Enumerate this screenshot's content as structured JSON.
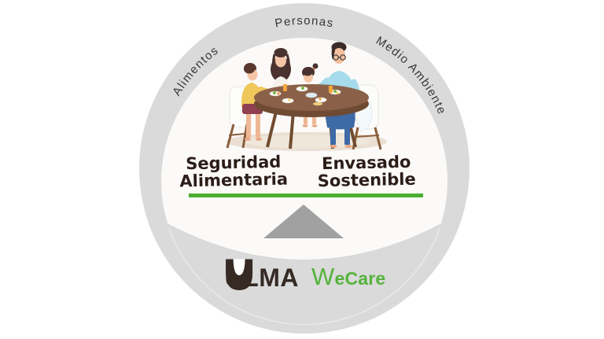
{
  "diagram": {
    "ring_labels": {
      "left": "Alimentos",
      "top": "Personas",
      "right": "Medio Ambiente"
    },
    "balance": {
      "left_label_line1": "Seguridad",
      "left_label_line2": "Alimentaria",
      "right_label_line1": "Envasado",
      "right_label_line2": "Sostenible"
    },
    "logos": {
      "ulma": "ULMA",
      "wecare": "WeCare"
    },
    "icons": {
      "ulma_mark": "ulma-u-logo",
      "illustration": "family-dinner-table-illustration",
      "beam": "balance-beam",
      "fulcrum": "balance-triangle"
    },
    "colors": {
      "ring_gray": "#dadada",
      "inner_white": "#fbfaf8",
      "ring_text": "#383838",
      "handwritten_text": "#2c1d19",
      "beam_green": "#4cae30",
      "triangle_gray": "#a1a1a1",
      "ulma_dark": "#352a24",
      "wecare_green": "#56b33c"
    }
  }
}
